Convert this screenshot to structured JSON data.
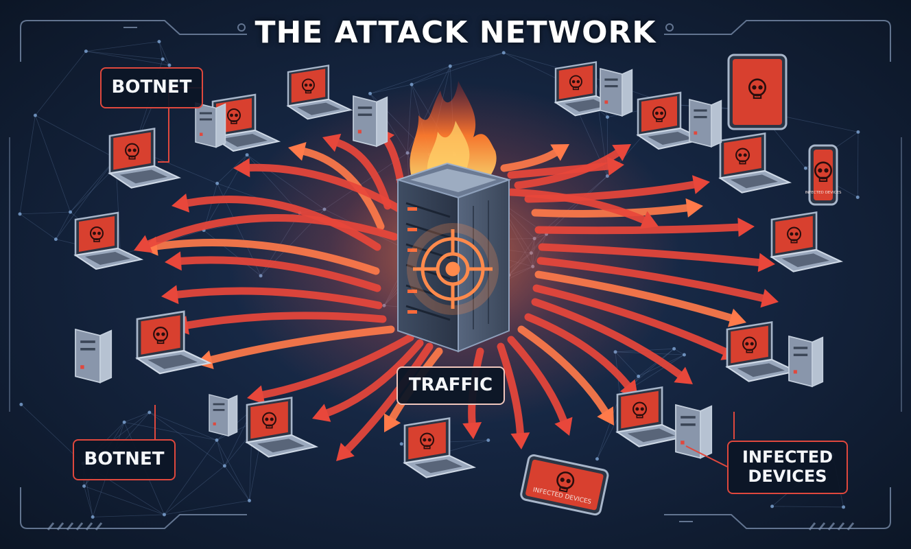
{
  "title": "THE ATTACK NETWORK",
  "labels": {
    "botnet_top": "BOTNET",
    "traffic": "TRAFFIC",
    "botnet_bottom": "BOTNET",
    "infected_devices": "INFECTED\nDEVICES"
  },
  "device_screen_text": "INFECTED DEVICES",
  "colors": {
    "background": "#152540",
    "arrow": "#e8473b",
    "arrow_highlight": "#ff7a4a",
    "label_border": "#e0483d",
    "screen_glow": "#d8402f",
    "frame": "#7f93b1",
    "target": "#ff8a4c"
  },
  "icons": {
    "center": "server-tower-icon",
    "target": "crosshair-target-icon",
    "fire": "flame-icon",
    "skull": "skull-icon",
    "laptop": "laptop-icon",
    "desktop": "desktop-tower-icon",
    "tablet": "tablet-icon",
    "phone": "phone-icon"
  }
}
